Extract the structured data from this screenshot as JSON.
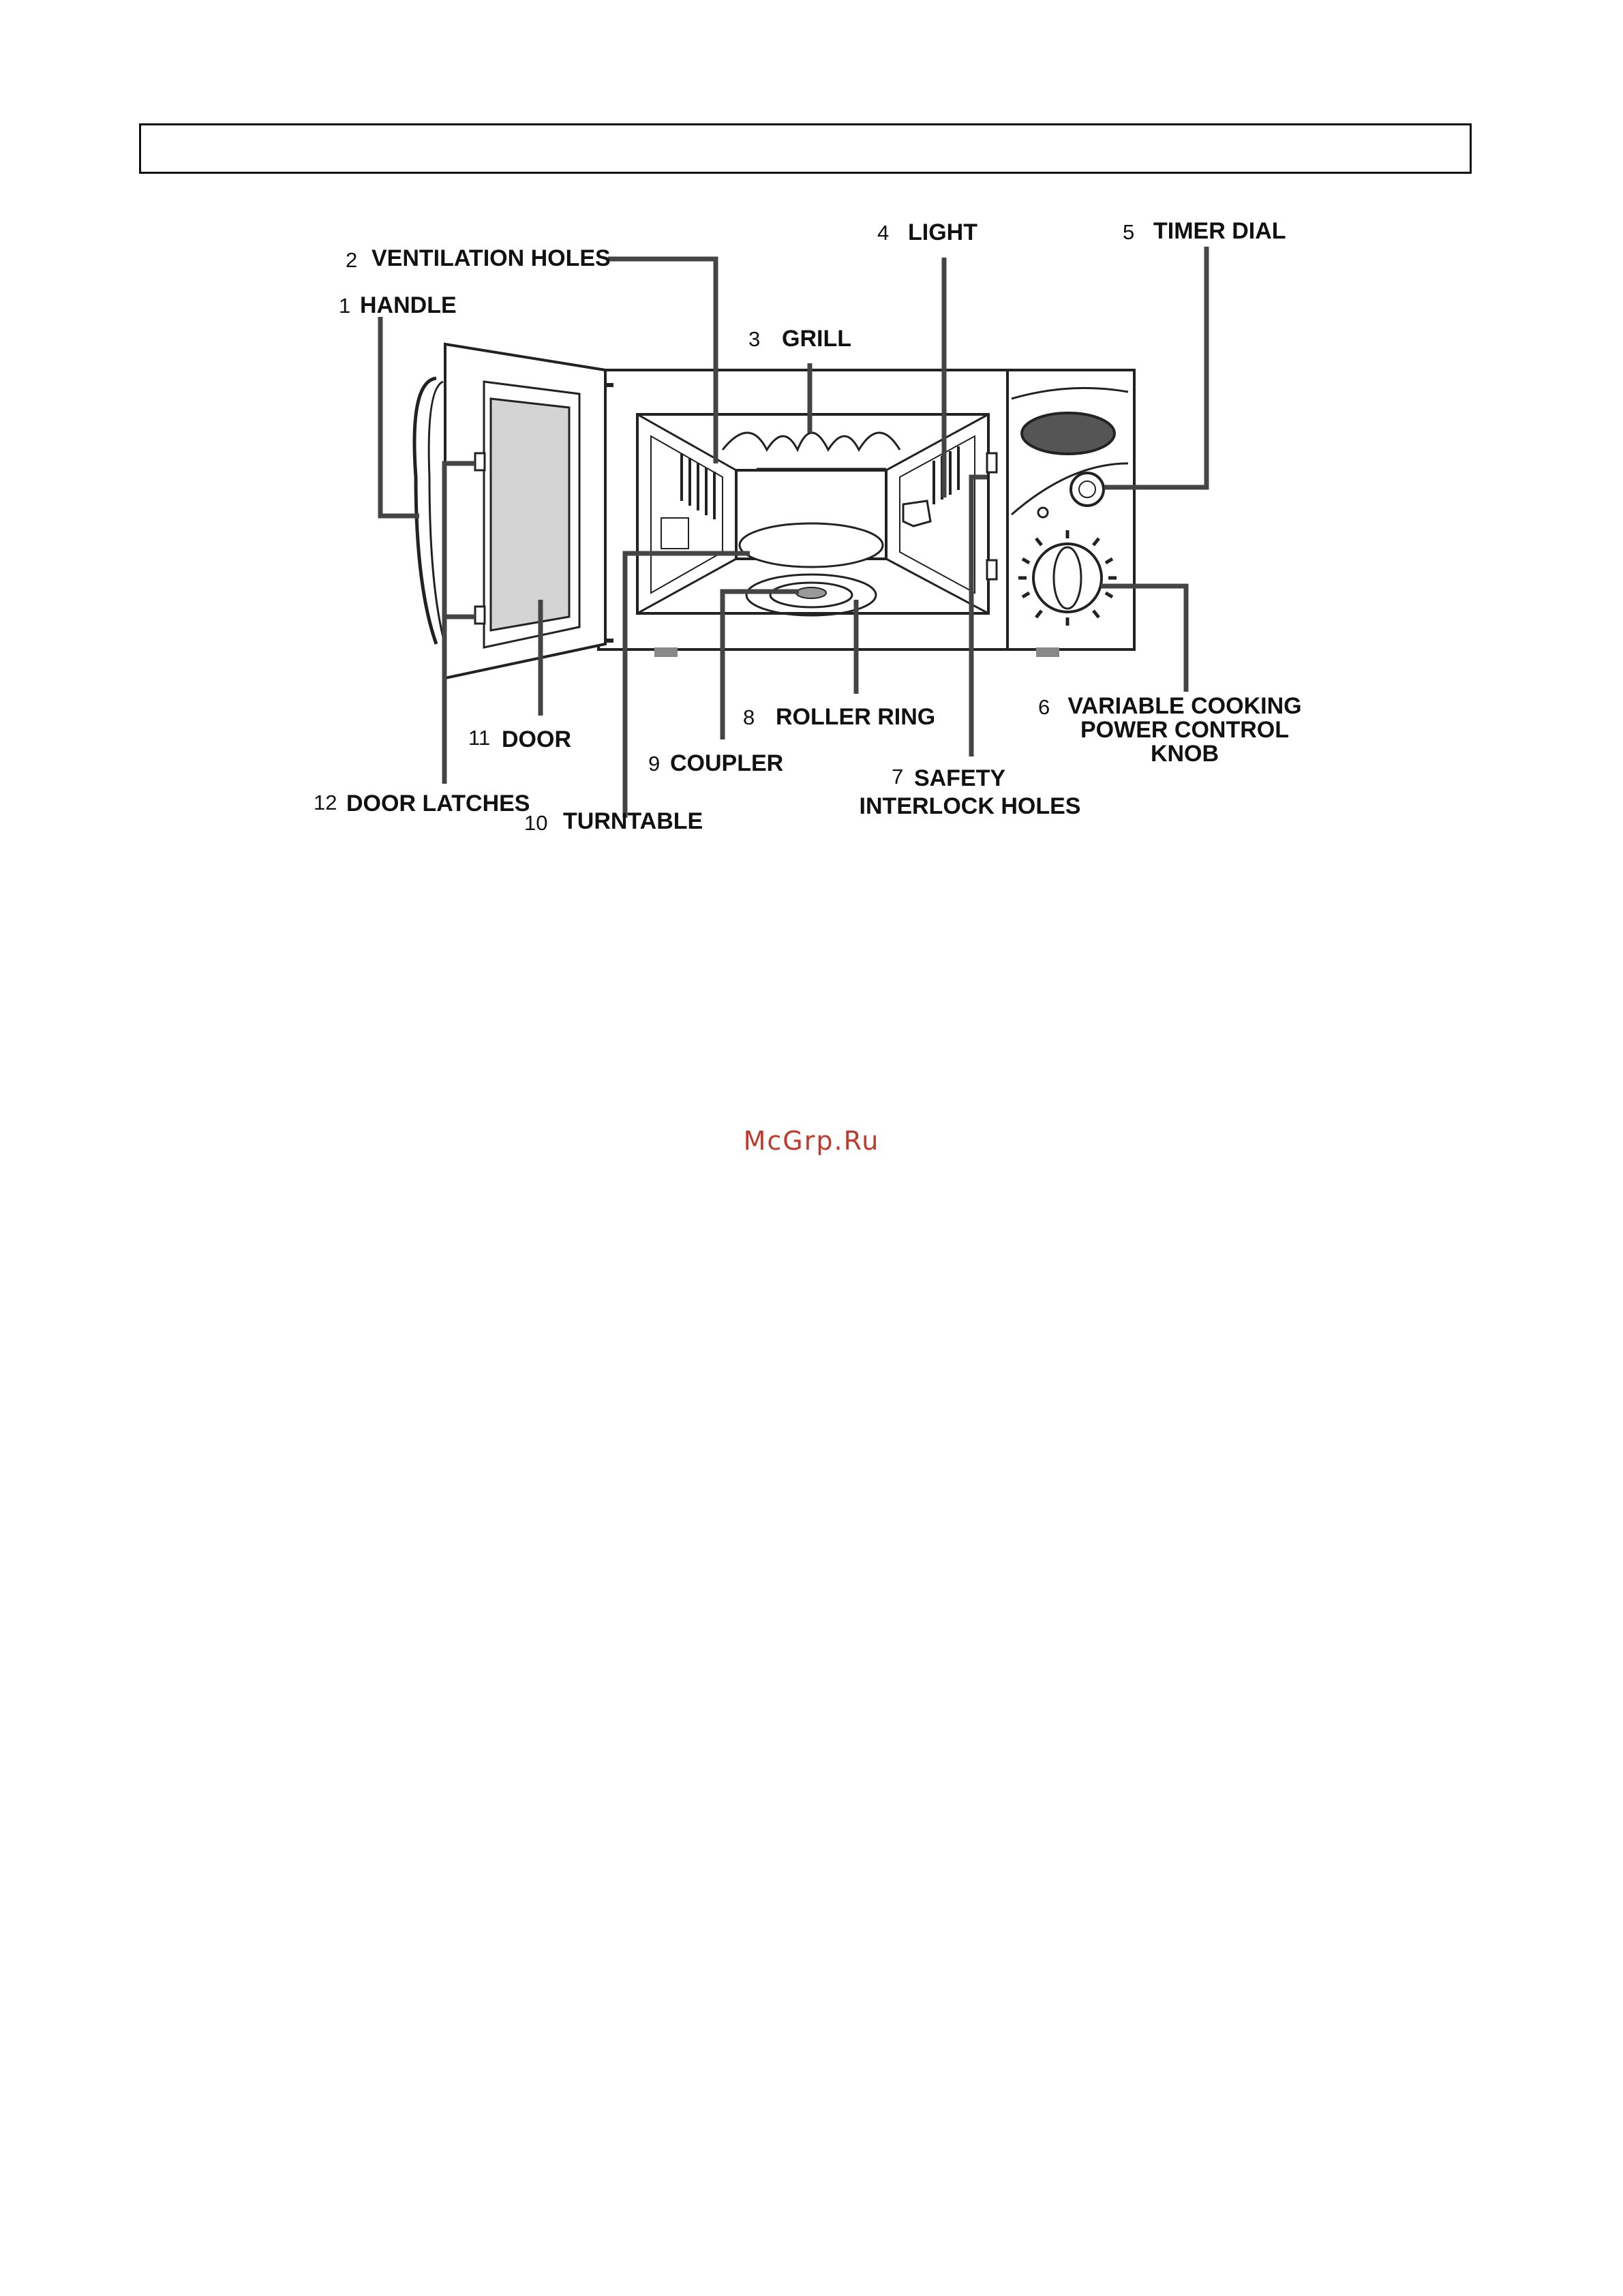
{
  "watermark": "McGrp.Ru",
  "labels": [
    {
      "num": "1",
      "lines": [
        "HANDLE"
      ]
    },
    {
      "num": "2",
      "lines": [
        "VENTILATION HOLES"
      ]
    },
    {
      "num": "3",
      "lines": [
        "GRILL"
      ]
    },
    {
      "num": "4",
      "lines": [
        "LIGHT"
      ]
    },
    {
      "num": "5",
      "lines": [
        "TIMER DIAL"
      ]
    },
    {
      "num": "6",
      "lines": [
        "VARIABLE COOKING",
        "POWER CONTROL",
        "KNOB"
      ]
    },
    {
      "num": "7",
      "lines": [
        "SAFETY",
        "INTERLOCK HOLES"
      ]
    },
    {
      "num": "8",
      "lines": [
        "ROLLER RING"
      ]
    },
    {
      "num": "9",
      "lines": [
        "COUPLER"
      ]
    },
    {
      "num": "10",
      "lines": [
        "TURNTABLE"
      ]
    },
    {
      "num": "11",
      "lines": [
        "DOOR"
      ]
    },
    {
      "num": "12",
      "lines": [
        "DOOR LATCHES"
      ]
    }
  ]
}
